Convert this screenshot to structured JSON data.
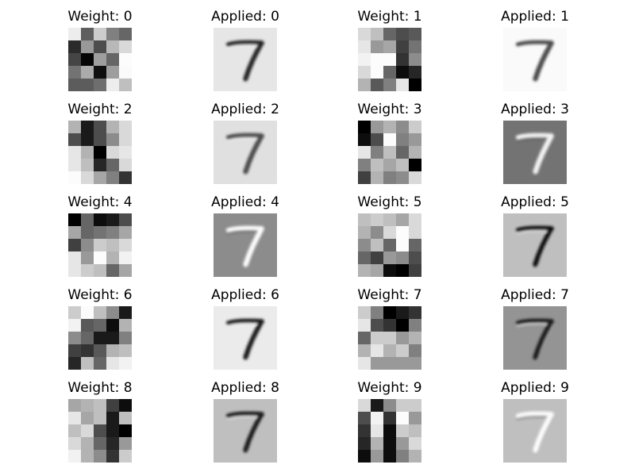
{
  "figure": {
    "panels": [
      {
        "title": "Weight: 0",
        "kind": "weight",
        "index": 0,
        "values": [
          [
            0.93,
            0.37,
            0.8,
            0.5,
            0.4
          ],
          [
            0.17,
            0.6,
            0.3,
            0.72,
            0.85
          ],
          [
            0.27,
            0.02,
            0.62,
            0.4,
            0.99
          ],
          [
            0.45,
            0.67,
            0.06,
            0.62,
            0.98
          ],
          [
            0.36,
            0.36,
            0.43,
            0.93,
            0.75
          ]
        ]
      },
      {
        "title": "Applied: 0",
        "kind": "applied",
        "index": 0,
        "background": 0.9,
        "stroke": 0.15
      },
      {
        "title": "Weight: 1",
        "kind": "weight",
        "index": 1,
        "values": [
          [
            0.85,
            0.75,
            0.4,
            0.3,
            0.35
          ],
          [
            0.9,
            0.6,
            0.65,
            0.25,
            0.45
          ],
          [
            0.95,
            0.99,
            0.99,
            0.2,
            0.55
          ],
          [
            0.85,
            0.99,
            0.4,
            0.05,
            0.15
          ],
          [
            0.7,
            0.35,
            0.5,
            0.9,
            0.0
          ]
        ]
      },
      {
        "title": "Applied: 1",
        "kind": "applied",
        "index": 1,
        "background": 0.98,
        "stroke": 0.3
      },
      {
        "title": "Weight: 2",
        "kind": "weight",
        "index": 2,
        "values": [
          [
            0.7,
            0.1,
            0.3,
            0.7,
            0.85
          ],
          [
            0.3,
            0.1,
            0.3,
            0.55,
            0.85
          ],
          [
            0.9,
            0.7,
            0.0,
            0.85,
            0.9
          ],
          [
            0.9,
            0.75,
            0.15,
            0.4,
            0.85
          ],
          [
            0.99,
            0.85,
            0.65,
            0.5,
            0.2
          ]
        ]
      },
      {
        "title": "Applied: 2",
        "kind": "applied",
        "index": 2,
        "background": 0.88,
        "stroke": 0.3
      },
      {
        "title": "Weight: 3",
        "kind": "weight",
        "index": 3,
        "values": [
          [
            0.0,
            0.6,
            0.7,
            0.55,
            0.8
          ],
          [
            0.05,
            0.3,
            0.99,
            0.5,
            0.6
          ],
          [
            0.9,
            0.5,
            0.75,
            0.4,
            0.7
          ],
          [
            0.5,
            0.75,
            0.65,
            0.75,
            0.0
          ],
          [
            0.25,
            0.7,
            0.5,
            0.55,
            0.85
          ]
        ]
      },
      {
        "title": "Applied: 3",
        "kind": "applied",
        "index": 3,
        "background": 0.45,
        "stroke": 0.95
      },
      {
        "title": "Weight: 4",
        "kind": "weight",
        "index": 4,
        "values": [
          [
            0.0,
            0.4,
            0.05,
            0.1,
            0.3
          ],
          [
            0.65,
            0.4,
            0.45,
            0.5,
            0.65
          ],
          [
            0.25,
            0.55,
            0.8,
            0.75,
            0.85
          ],
          [
            0.9,
            0.6,
            0.99,
            0.7,
            0.95
          ],
          [
            0.9,
            0.8,
            0.75,
            0.4,
            0.65
          ]
        ]
      },
      {
        "title": "Applied: 4",
        "kind": "applied",
        "index": 4,
        "background": 0.55,
        "stroke": 0.99
      },
      {
        "title": "Weight: 5",
        "kind": "weight",
        "index": 5,
        "values": [
          [
            0.75,
            0.8,
            0.75,
            0.65,
            0.85
          ],
          [
            0.7,
            0.55,
            0.85,
            0.99,
            0.85
          ],
          [
            0.55,
            0.75,
            0.4,
            0.99,
            0.4
          ],
          [
            0.4,
            0.25,
            0.6,
            0.55,
            0.3
          ],
          [
            0.7,
            0.65,
            0.05,
            0.0,
            0.25
          ]
        ]
      },
      {
        "title": "Applied: 5",
        "kind": "applied",
        "index": 5,
        "background": 0.75,
        "stroke": 0.05
      },
      {
        "title": "Weight: 6",
        "kind": "weight",
        "index": 6,
        "values": [
          [
            0.8,
            0.99,
            0.75,
            0.55,
            0.1
          ],
          [
            0.95,
            0.35,
            0.4,
            0.05,
            0.7
          ],
          [
            0.55,
            0.4,
            0.1,
            0.1,
            0.5
          ],
          [
            0.25,
            0.2,
            0.35,
            0.7,
            0.75
          ],
          [
            0.15,
            0.75,
            0.4,
            0.9,
            0.95
          ]
        ]
      },
      {
        "title": "Applied: 6",
        "kind": "applied",
        "index": 6,
        "background": 0.92,
        "stroke": 0.1
      },
      {
        "title": "Weight: 7",
        "kind": "weight",
        "index": 7,
        "values": [
          [
            0.8,
            0.5,
            0.0,
            0.1,
            0.2
          ],
          [
            0.9,
            0.3,
            0.2,
            0.0,
            0.5
          ],
          [
            0.4,
            0.8,
            0.8,
            0.6,
            0.7
          ],
          [
            0.7,
            0.9,
            0.7,
            0.8,
            0.5
          ],
          [
            0.9,
            0.6,
            0.6,
            0.6,
            0.6
          ]
        ]
      },
      {
        "title": "Applied: 7",
        "kind": "applied",
        "index": 7,
        "background": 0.58,
        "stroke": 0.1
      },
      {
        "title": "Weight: 8",
        "kind": "weight",
        "index": 8,
        "values": [
          [
            0.65,
            0.7,
            0.75,
            0.25,
            0.05
          ],
          [
            0.9,
            0.65,
            0.75,
            0.1,
            0.75
          ],
          [
            0.75,
            0.85,
            0.3,
            0.1,
            0.0
          ],
          [
            0.85,
            0.7,
            0.4,
            0.15,
            0.6
          ],
          [
            0.95,
            0.7,
            0.55,
            0.2,
            0.8
          ]
        ]
      },
      {
        "title": "Applied: 8",
        "kind": "applied",
        "index": 8,
        "background": 0.75,
        "stroke": 0.1
      },
      {
        "title": "Weight: 9",
        "kind": "weight",
        "index": 9,
        "values": [
          [
            0.85,
            0.1,
            0.55,
            0.8,
            0.8
          ],
          [
            0.3,
            0.95,
            0.2,
            0.99,
            0.6
          ],
          [
            0.2,
            0.9,
            0.05,
            0.8,
            0.75
          ],
          [
            0.15,
            0.7,
            0.05,
            0.6,
            0.85
          ],
          [
            0.05,
            0.6,
            0.05,
            0.5,
            0.7
          ]
        ]
      },
      {
        "title": "Applied: 9",
        "kind": "applied",
        "index": 9,
        "background": 0.75,
        "stroke": 0.99
      }
    ]
  }
}
